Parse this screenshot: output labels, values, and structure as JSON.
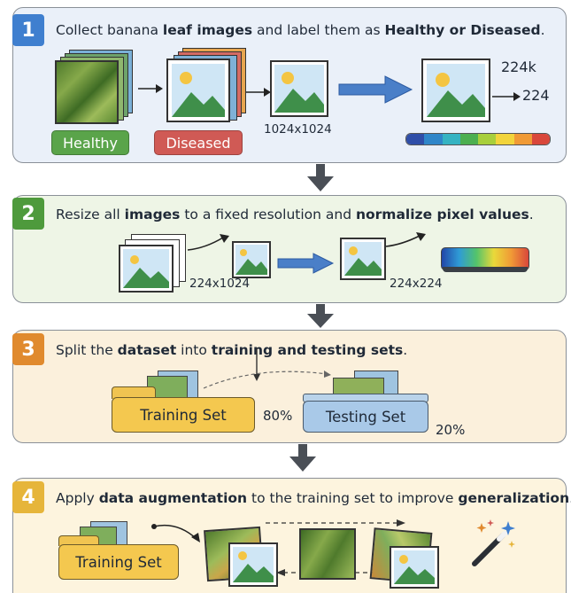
{
  "steps": [
    {
      "number": "1",
      "title_parts": [
        {
          "t": "Collect banana ",
          "b": false
        },
        {
          "t": "leaf images",
          "b": true
        },
        {
          "t": " and label them as ",
          "b": false
        },
        {
          "t": "Healthy or Diseased",
          "b": true
        },
        {
          "t": ".",
          "b": false
        }
      ],
      "labels": {
        "healthy": "Healthy",
        "diseased": "Diseased",
        "size": "1024x1024",
        "out_top": "224k",
        "out_right": "224"
      }
    },
    {
      "number": "2",
      "title_parts": [
        {
          "t": "Resize all ",
          "b": false
        },
        {
          "t": "images",
          "b": true
        },
        {
          "t": " to a fixed resolution and ",
          "b": false
        },
        {
          "t": "normalize pixel values",
          "b": true
        },
        {
          "t": ".",
          "b": false
        }
      ],
      "labels": {
        "size_a": "224x1024",
        "size_b": "224x224"
      }
    },
    {
      "number": "3",
      "title_parts": [
        {
          "t": "Split the ",
          "b": false
        },
        {
          "t": "dataset",
          "b": true
        },
        {
          "t": " into ",
          "b": false
        },
        {
          "t": "training and testing sets",
          "b": true
        },
        {
          "t": ".",
          "b": false
        }
      ],
      "labels": {
        "train": "Training Set",
        "train_pct": "80%",
        "test": "Testing Set",
        "test_pct": "20%"
      }
    },
    {
      "number": "4",
      "title_parts": [
        {
          "t": "Apply ",
          "b": false
        },
        {
          "t": "data augmentation",
          "b": true
        },
        {
          "t": " to the training set to improve ",
          "b": false
        },
        {
          "t": "generalization",
          "b": true
        },
        {
          "t": ".",
          "b": false
        }
      ],
      "labels": {
        "train": "Training Set"
      }
    }
  ],
  "colors": {
    "badge1": "#3f7fcf",
    "badge2": "#4e9a3c",
    "badge3": "#e08a2e",
    "badge4": "#e6b53a",
    "panel1": "#eaf0f9",
    "panel2": "#eef5e6",
    "panel3": "#fbf0dc",
    "panel4": "#fdf4de",
    "healthy": "#5aa44a",
    "diseased": "#d05a55",
    "process_arrow": "#4a7fc8",
    "flow_arrow": "#4a4f56"
  }
}
